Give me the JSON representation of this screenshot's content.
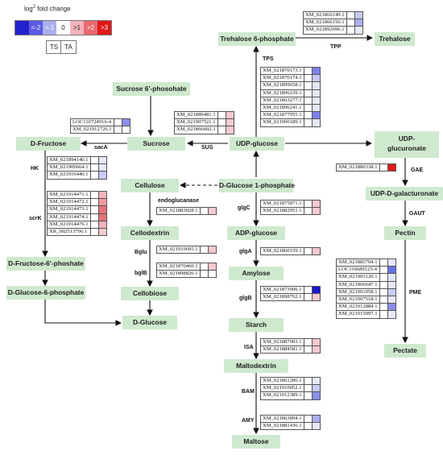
{
  "legend": {
    "title": "log",
    "title_sup": "2",
    "title_rest": " fold  change",
    "cells": [
      {
        "label": "",
        "color": "#2222cc"
      },
      {
        "label": "<-2",
        "color": "#5a5ae6"
      },
      {
        "label": "<-1",
        "color": "#aab0ee"
      },
      {
        "label": "0",
        "color": "#ffffff"
      },
      {
        "label": ">1",
        "color": "#f3b3bb"
      },
      {
        "label": ">2",
        "color": "#e86a6f"
      },
      {
        "label": ">3",
        "color": "#e01818"
      }
    ],
    "ts": "TS",
    "ta": "TA"
  },
  "nodes": {
    "trehalose6p": "Trehalose 6-phosphate",
    "trehalose": "Trehalose",
    "sucrose6p": "Sucrose 6'-phosohate",
    "dfructose": "D-Fructose",
    "sucrose": "Sucrose",
    "udpglucose": "UDP-glucose",
    "udpglucuronate": "UDP-\nglucuronate",
    "cellulose": "Cellulose",
    "dglucose1p": "D-Glucose 1-phosphate",
    "udpgalacturonate": "UDP-D-galacturonate",
    "cellodextrin": "Cellodextrin",
    "adpglucose": "ADP-glucose",
    "pectin": "Pectin",
    "dfructose6p": "D-Fructose-6'-phoshate",
    "amylose": "Amylose",
    "dglucose6p": "D-Glucose-6-phosphate",
    "cellobiose": "Cellobiose",
    "dglucose": "D-Glucose",
    "starch": "Starch",
    "pectate": "Pectate",
    "maltodextrin": "Maltodextrin",
    "maltose": "Maltose"
  },
  "enzymes": {
    "tps": "TPS",
    "tpp": "TPP",
    "saca": "sacA",
    "sus": "SUS",
    "hk": "HK",
    "scrk": "scrK",
    "endoglucanase": "endoglucanase",
    "glgc": "glgC",
    "gae": "GAE",
    "gaut": "GAUT",
    "bglu": "Bglu",
    "glga": "glgA",
    "bglb": "bglB",
    "glgb": "glgB",
    "pme": "PME",
    "isa": "ISA",
    "bam": "BAM",
    "amy": "AMY"
  },
  "gene_tables": {
    "tpp": [
      {
        "id": "XM_021866149.1",
        "ts": "#ffffff",
        "ta": "#c7cbf4"
      },
      {
        "id": "XM_021866150.1",
        "ts": "#ffffff",
        "ta": "#aab0ee"
      },
      {
        "id": "XM_021892696.1",
        "ts": "#ffffff",
        "ta": "#e6e8fb"
      }
    ],
    "tps": [
      {
        "id": "XM_021870173.1",
        "ts": "#ffffff",
        "ta": "#7c80ea"
      },
      {
        "id": "XM_021870174.1",
        "ts": "#ffffff",
        "ta": "#c7cbf4"
      },
      {
        "id": "XM_021899658.1",
        "ts": "#ffffff",
        "ta": "#e6e8fb"
      },
      {
        "id": "XM_021896239.1",
        "ts": "#ffffff",
        "ta": "#e6e8fb"
      },
      {
        "id": "XM_021863277.1",
        "ts": "#ffffff",
        "ta": "#e6e8fb"
      },
      {
        "id": "XM_021896241.1",
        "ts": "#ffffff",
        "ta": "#e6e8fb"
      },
      {
        "id": "XM_021877955.1",
        "ts": "#ffffff",
        "ta": "#7c80ea"
      },
      {
        "id": "XM_021900189.1",
        "ts": "#ffffff",
        "ta": "#e6e8fb"
      }
    ],
    "saca": [
      {
        "id": "LOC110724916-4",
        "ts": "#ffffff",
        "ta": "#8a8fea"
      },
      {
        "id": "XM_021912726.1",
        "ts": "#ffffff",
        "ta": "#ffffff"
      }
    ],
    "sus": [
      {
        "id": "XM_021889481.1",
        "ts": "#ffffff",
        "ta": "#f6c9cf"
      },
      {
        "id": "XM_021907521.1",
        "ts": "#ffffff",
        "ta": "#f6c9cf"
      },
      {
        "id": "XM_021866602.1",
        "ts": "#ffffff",
        "ta": "#f6c9cf"
      }
    ],
    "hk": [
      {
        "id": "XM_021894140.1",
        "ts": "#ffffff",
        "ta": "#e6e8fb"
      },
      {
        "id": "XM_021909664.1",
        "ts": "#ffffff",
        "ta": "#e6e8fb"
      },
      {
        "id": "XM_021916440.1",
        "ts": "#ffffff",
        "ta": "#c7cbf4"
      }
    ],
    "scrk": [
      {
        "id": "XM_021914471.1",
        "ts": "#ffffff",
        "ta": "#f3b3bb"
      },
      {
        "id": "XM_021914472.1",
        "ts": "#ffffff",
        "ta": "#ee9aa3"
      },
      {
        "id": "XM_021914473.1",
        "ts": "#ffffff",
        "ta": "#e8727a"
      },
      {
        "id": "XM_021914474.1",
        "ts": "#ffffff",
        "ta": "#e8727a"
      },
      {
        "id": "XM_021914476.1",
        "ts": "#ffffff",
        "ta": "#f3b3bb"
      },
      {
        "id": "XR_002513796.1",
        "ts": "#ffffff",
        "ta": "#f6c9cf"
      }
    ],
    "endoglucanase": [
      {
        "id": "XM_021883028.1",
        "ts": "#ffffff",
        "ta": "#f6c9cf"
      }
    ],
    "glgc": [
      {
        "id": "XM_021875871.1",
        "ts": "#ffffff",
        "ta": "#f6c9cf"
      },
      {
        "id": "XM_021882951.1",
        "ts": "#ffffff",
        "ta": "#f6c9cf"
      }
    ],
    "gae": [
      {
        "id": "XM_021880338.1",
        "ts": "#ffffff",
        "ta": "#e01818"
      }
    ],
    "bglu": [
      {
        "id": "XM_021919695.1",
        "ts": "#ffffff",
        "ta": "#f6c9cf"
      }
    ],
    "glga": [
      {
        "id": "XM_021860159.1",
        "ts": "#ffffff",
        "ta": "#f6c9cf"
      }
    ],
    "bglb": [
      {
        "id": "XM_021870460.1",
        "ts": "#ffffff",
        "ta": "#f6c9cf"
      },
      {
        "id": "XM_021898826.1",
        "ts": "#ffffff",
        "ta": "#ffffff"
      }
    ],
    "glgb": [
      {
        "id": "XM_021873996.1",
        "ts": "#ffffff",
        "ta": "#1a1acc"
      },
      {
        "id": "XM_021898762.1",
        "ts": "#ffffff",
        "ta": "#f6c9cf"
      }
    ],
    "pme": [
      {
        "id": "XM_021885704.1",
        "ts": "#ffffff",
        "ta": "#e6e8fb"
      },
      {
        "id": "LOC110689125-4",
        "ts": "#ffffff",
        "ta": "#6a6fe6"
      },
      {
        "id": "XM_021903120.1",
        "ts": "#ffffff",
        "ta": "#e6e8fb"
      },
      {
        "id": "XM_021866647.1",
        "ts": "#ffffff",
        "ta": "#e6e8fb"
      },
      {
        "id": "XM_021901058.1",
        "ts": "#ffffff",
        "ta": "#c7cbf4"
      },
      {
        "id": "XM_021907518.1",
        "ts": "#ffffff",
        "ta": "#e6e8fb"
      },
      {
        "id": "XM_021912884.1",
        "ts": "#ffffff",
        "ta": "#8a8fea"
      },
      {
        "id": "XM_021915097.1",
        "ts": "#ffffff",
        "ta": "#e6e8fb"
      }
    ],
    "isa": [
      {
        "id": "XM_021887903.1",
        "ts": "#ffffff",
        "ta": "#f6c9cf"
      },
      {
        "id": "XM_021884581.1",
        "ts": "#ffffff",
        "ta": "#f6c9cf"
      }
    ],
    "bam": [
      {
        "id": "XM_021861286.1",
        "ts": "#ffffff",
        "ta": "#e6e8fb"
      },
      {
        "id": "XM_021910052.1",
        "ts": "#ffffff",
        "ta": "#c7cbf4"
      },
      {
        "id": "XM_021912389.1",
        "ts": "#ffffff",
        "ta": "#8a8fea"
      }
    ],
    "amy": [
      {
        "id": "XM_021863894.1",
        "ts": "#ffffff",
        "ta": "#aab0ee"
      },
      {
        "id": "XM_021881436.1",
        "ts": "#ffffff",
        "ta": "#e6e8fb"
      }
    ]
  }
}
